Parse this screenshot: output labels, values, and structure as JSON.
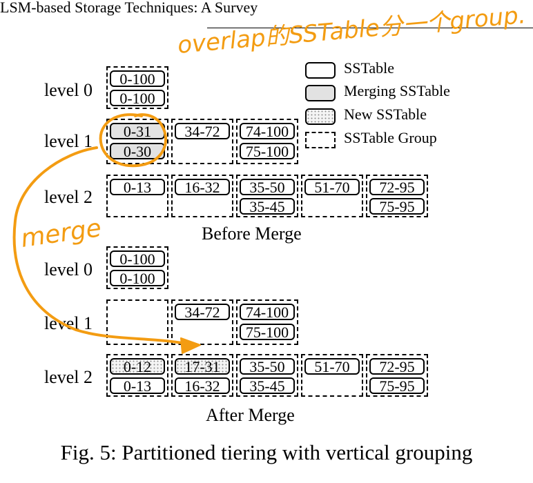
{
  "header": {
    "title": "LSM-based Storage Techniques: A Survey"
  },
  "annotations": {
    "top_note": "overlap的SSTable分一个group.",
    "side_note": "merge",
    "ink_color": "#f39c12"
  },
  "legend": {
    "sstable": "SSTable",
    "merging": "Merging SSTable",
    "new": "New SSTable",
    "group": "SSTable Group"
  },
  "level_labels": {
    "l0": "level 0",
    "l1": "level 1",
    "l2": "level 2"
  },
  "before": {
    "caption": "Before Merge",
    "l0": {
      "g1": [
        "0-100",
        "0-100"
      ]
    },
    "l1": {
      "g1": [
        "0-31",
        "0-30"
      ],
      "g2": [
        "34-72"
      ],
      "g3": [
        "74-100",
        "75-100"
      ]
    },
    "l2": {
      "g1": [
        "0-13"
      ],
      "g2": [
        "16-32"
      ],
      "g3": [
        "35-50",
        "35-45"
      ],
      "g4": [
        "51-70"
      ],
      "g5": [
        "72-95",
        "75-95"
      ]
    }
  },
  "after": {
    "caption": "After Merge",
    "l0": {
      "g1": [
        "0-100",
        "0-100"
      ]
    },
    "l1": {
      "g2": [
        "34-72"
      ],
      "g3": [
        "74-100",
        "75-100"
      ]
    },
    "l2": {
      "g1": [
        "0-12",
        "0-13"
      ],
      "g2": [
        "17-31",
        "16-32"
      ],
      "g3": [
        "35-50",
        "35-45"
      ],
      "g4": [
        "51-70"
      ],
      "g5": [
        "72-95",
        "75-95"
      ]
    }
  },
  "figure": {
    "caption": "Fig. 5: Partitioned tiering with vertical grouping"
  }
}
